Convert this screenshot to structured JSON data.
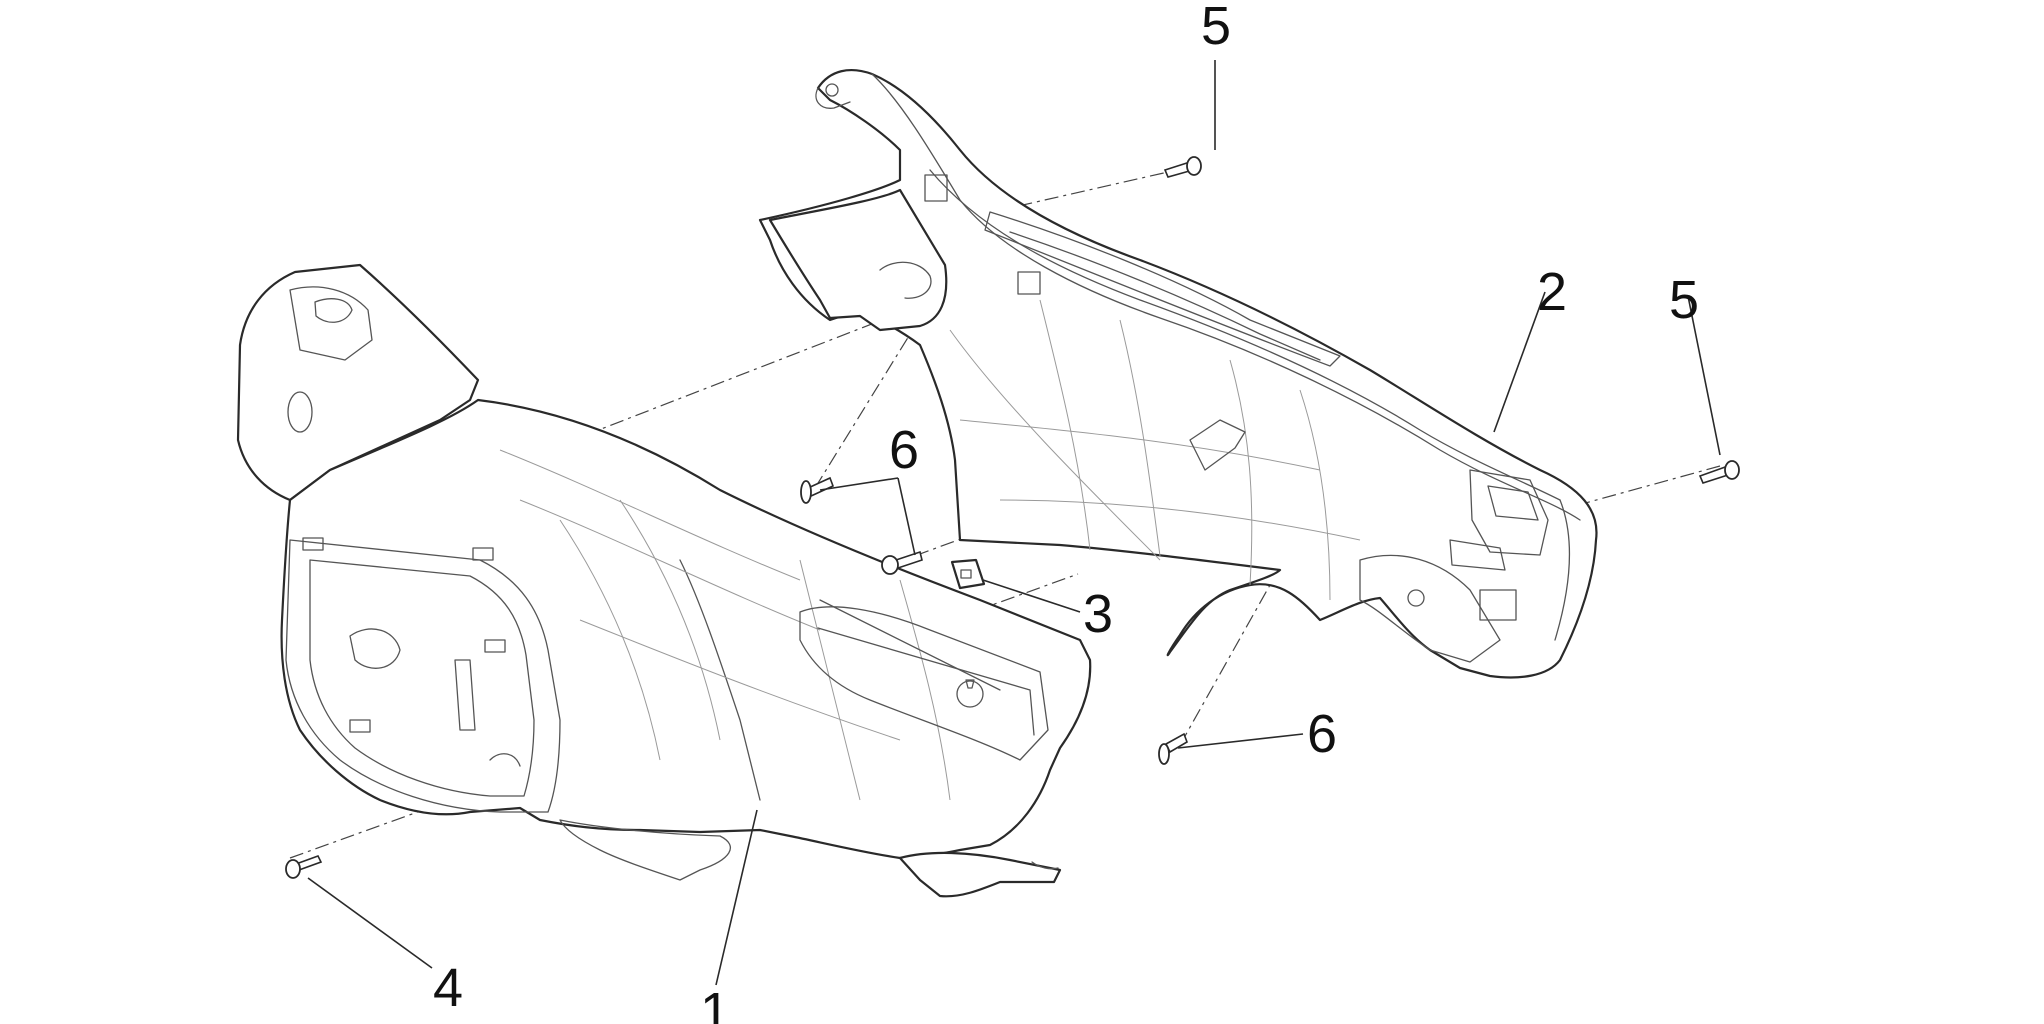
{
  "diagram": {
    "background": "#ffffff",
    "line_color": "#2a2a2a",
    "parts": [
      {
        "id": "front-cover",
        "callout": "1"
      },
      {
        "id": "rear-cover",
        "callout": "2"
      },
      {
        "id": "clip-nut",
        "callout": "3"
      },
      {
        "id": "screw-left",
        "callout": "4"
      },
      {
        "id": "screw-top",
        "callout": "5"
      },
      {
        "id": "screw-right",
        "callout": "5"
      },
      {
        "id": "screw-pair-center",
        "callout": "6"
      },
      {
        "id": "screw-lower-right",
        "callout": "6"
      }
    ]
  }
}
